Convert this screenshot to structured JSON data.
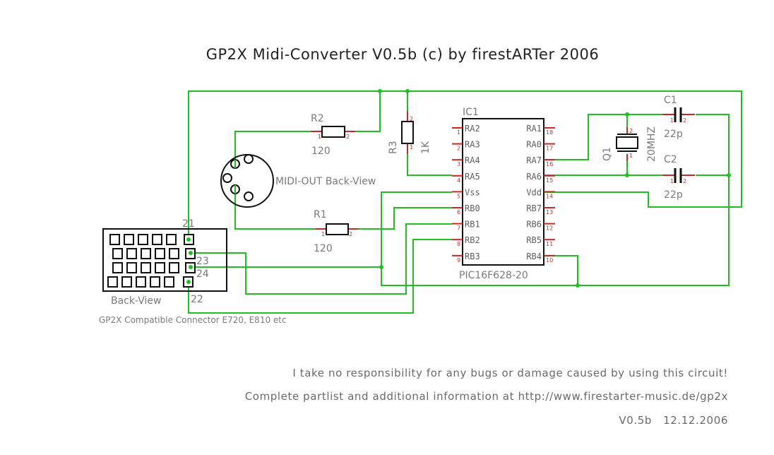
{
  "title": "GP2X Midi-Converter V0.5b (c) by firestARTer 2006",
  "colors": {
    "wire": "#1fbf1f",
    "pin": "#c82828",
    "body": "#111111",
    "text": "#7a7a7a"
  },
  "ic": {
    "ref": "IC1",
    "part": "PIC16F628-20",
    "left_pins": [
      {
        "num": "1",
        "name": "RA2"
      },
      {
        "num": "2",
        "name": "RA3"
      },
      {
        "num": "3",
        "name": "RA4"
      },
      {
        "num": "4",
        "name": "RA5"
      },
      {
        "num": "5",
        "name": "Vss"
      },
      {
        "num": "6",
        "name": "RB0"
      },
      {
        "num": "7",
        "name": "RB1"
      },
      {
        "num": "8",
        "name": "RB2"
      },
      {
        "num": "9",
        "name": "RB3"
      }
    ],
    "right_pins": [
      {
        "num": "18",
        "name": "RA1"
      },
      {
        "num": "17",
        "name": "RA0"
      },
      {
        "num": "16",
        "name": "RA7"
      },
      {
        "num": "15",
        "name": "RA6"
      },
      {
        "num": "14",
        "name": "Vdd"
      },
      {
        "num": "13",
        "name": "RB7"
      },
      {
        "num": "12",
        "name": "RB6"
      },
      {
        "num": "11",
        "name": "RB5"
      },
      {
        "num": "10",
        "name": "RB4"
      }
    ]
  },
  "resistors": {
    "r1": {
      "ref": "R1",
      "value": "120",
      "pin1": "1",
      "pin2": "2"
    },
    "r2": {
      "ref": "R2",
      "value": "120",
      "pin1": "1",
      "pin2": "2"
    },
    "r3": {
      "ref": "R3",
      "value": "1K",
      "pin1": "1",
      "pin2": "2"
    }
  },
  "capacitors": {
    "c1": {
      "ref": "C1",
      "value": "22p",
      "pin1": "1",
      "pin2": "2"
    },
    "c2": {
      "ref": "C2",
      "value": "22p",
      "pin1": "1",
      "pin2": "2"
    }
  },
  "crystal": {
    "ref": "Q1",
    "value": "20MHZ",
    "pin1": "1",
    "pin2": "2"
  },
  "midi": {
    "label": "MIDI-OUT Back-View"
  },
  "connector": {
    "label": "Back-View",
    "caption": "GP2X Compatible Connector E720, E810 etc",
    "pins": {
      "p21": "21",
      "p22": "22",
      "p23": "23",
      "p24": "24"
    }
  },
  "notes": {
    "disclaimer": "I take no responsibility for any bugs or damage caused by using this circuit!",
    "info": "Complete partlist and additional information at http://www.firestarter-music.de/gp2x",
    "version": "V0.5b   12.12.2006"
  }
}
